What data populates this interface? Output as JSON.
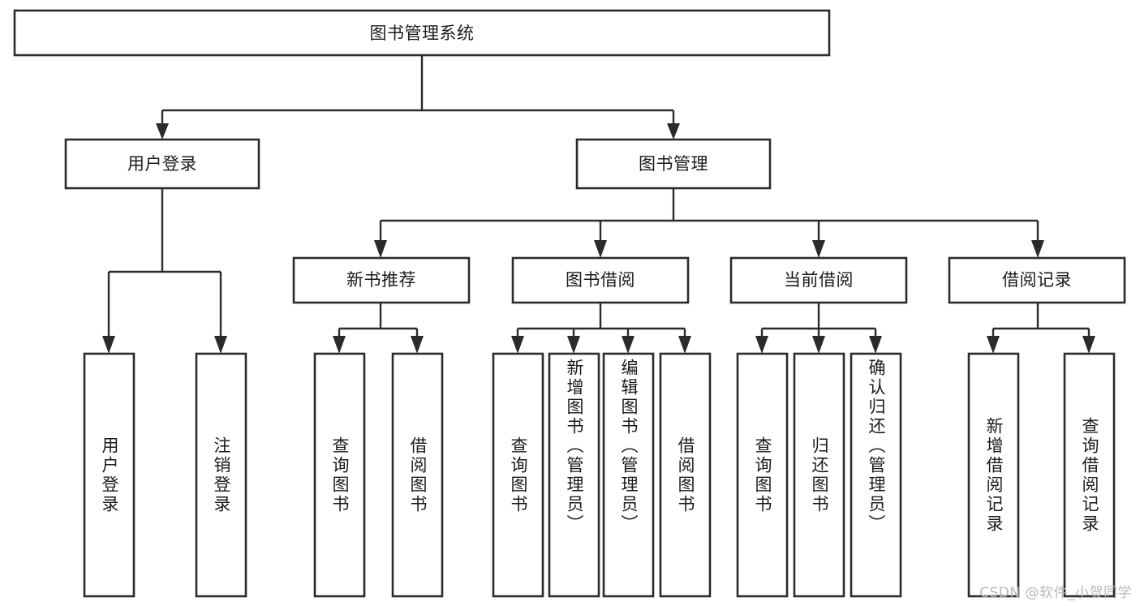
{
  "diagram": {
    "title": "图书管理系统",
    "watermark": "CSDN @软件_小贺同学",
    "colors": {
      "stroke": "#2b2b2b",
      "fill": "#ffffff",
      "text": "#1b1b1b",
      "watermark": "#b9b9b9"
    },
    "root": {
      "label": "图书管理系统",
      "orientation": "horizontal"
    },
    "level2": [
      {
        "label": "用户登录",
        "orientation": "horizontal"
      },
      {
        "label": "图书管理",
        "orientation": "horizontal"
      }
    ],
    "level3": [
      {
        "label": "新书推荐",
        "orientation": "horizontal"
      },
      {
        "label": "图书借阅",
        "orientation": "horizontal"
      },
      {
        "label": "当前借阅",
        "orientation": "horizontal"
      },
      {
        "label": "借阅记录",
        "orientation": "horizontal"
      }
    ],
    "leaves": {
      "user_login": [
        {
          "label": "用户登录",
          "orientation": "vertical"
        },
        {
          "label": "注销登录",
          "orientation": "vertical"
        }
      ],
      "new_book_recommend": [
        {
          "label": "查询图书",
          "orientation": "vertical"
        },
        {
          "label": "借阅图书",
          "orientation": "vertical"
        }
      ],
      "book_borrow": [
        {
          "label": "查询图书",
          "orientation": "vertical"
        },
        {
          "label": "新增图书（管理员）",
          "orientation": "vertical"
        },
        {
          "label": "编辑图书（管理员）",
          "orientation": "vertical"
        },
        {
          "label": "借阅图书",
          "orientation": "vertical"
        }
      ],
      "current_borrow": [
        {
          "label": "查询图书",
          "orientation": "vertical"
        },
        {
          "label": "归还图书",
          "orientation": "vertical"
        },
        {
          "label": "确认归还（管理员）",
          "orientation": "vertical"
        }
      ],
      "borrow_record": [
        {
          "label": "新增借阅记录",
          "orientation": "vertical"
        },
        {
          "label": "查询借阅记录",
          "orientation": "vertical"
        }
      ]
    }
  }
}
